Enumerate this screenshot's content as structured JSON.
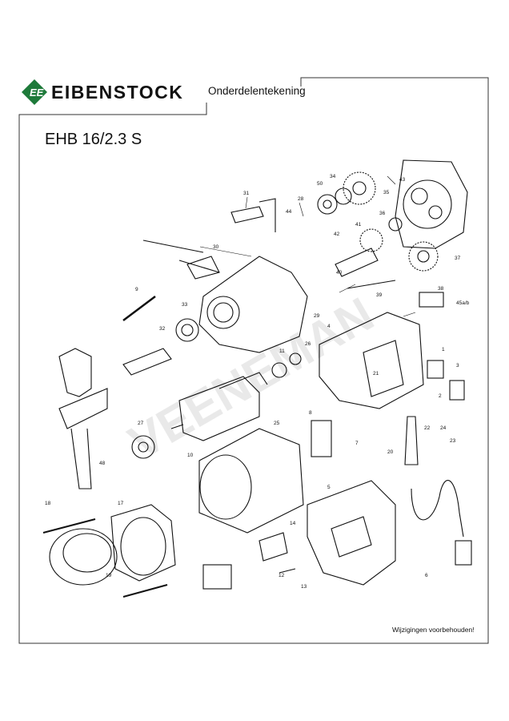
{
  "header": {
    "brand": "EIBENSTOCK",
    "logo_letters": "EE",
    "document_type": "Onderdelentekening",
    "brand_color": "#1e7a3a"
  },
  "model": "EHB 16/2.3 S",
  "watermark": "VEENEMAN",
  "footer_note": "Wijzigingen voorbehouden!",
  "part_labels": [
    "31",
    "28",
    "44",
    "50",
    "34",
    "35",
    "43",
    "30",
    "36",
    "41",
    "42",
    "40",
    "37",
    "38",
    "9",
    "33",
    "39",
    "45a/b",
    "32",
    "29",
    "26",
    "4",
    "11",
    "21",
    "1",
    "3",
    "2",
    "48",
    "27",
    "25",
    "8",
    "22",
    "24",
    "7",
    "23",
    "10",
    "20",
    "6",
    "18",
    "17",
    "14",
    "5",
    "12",
    "13",
    "19"
  ]
}
